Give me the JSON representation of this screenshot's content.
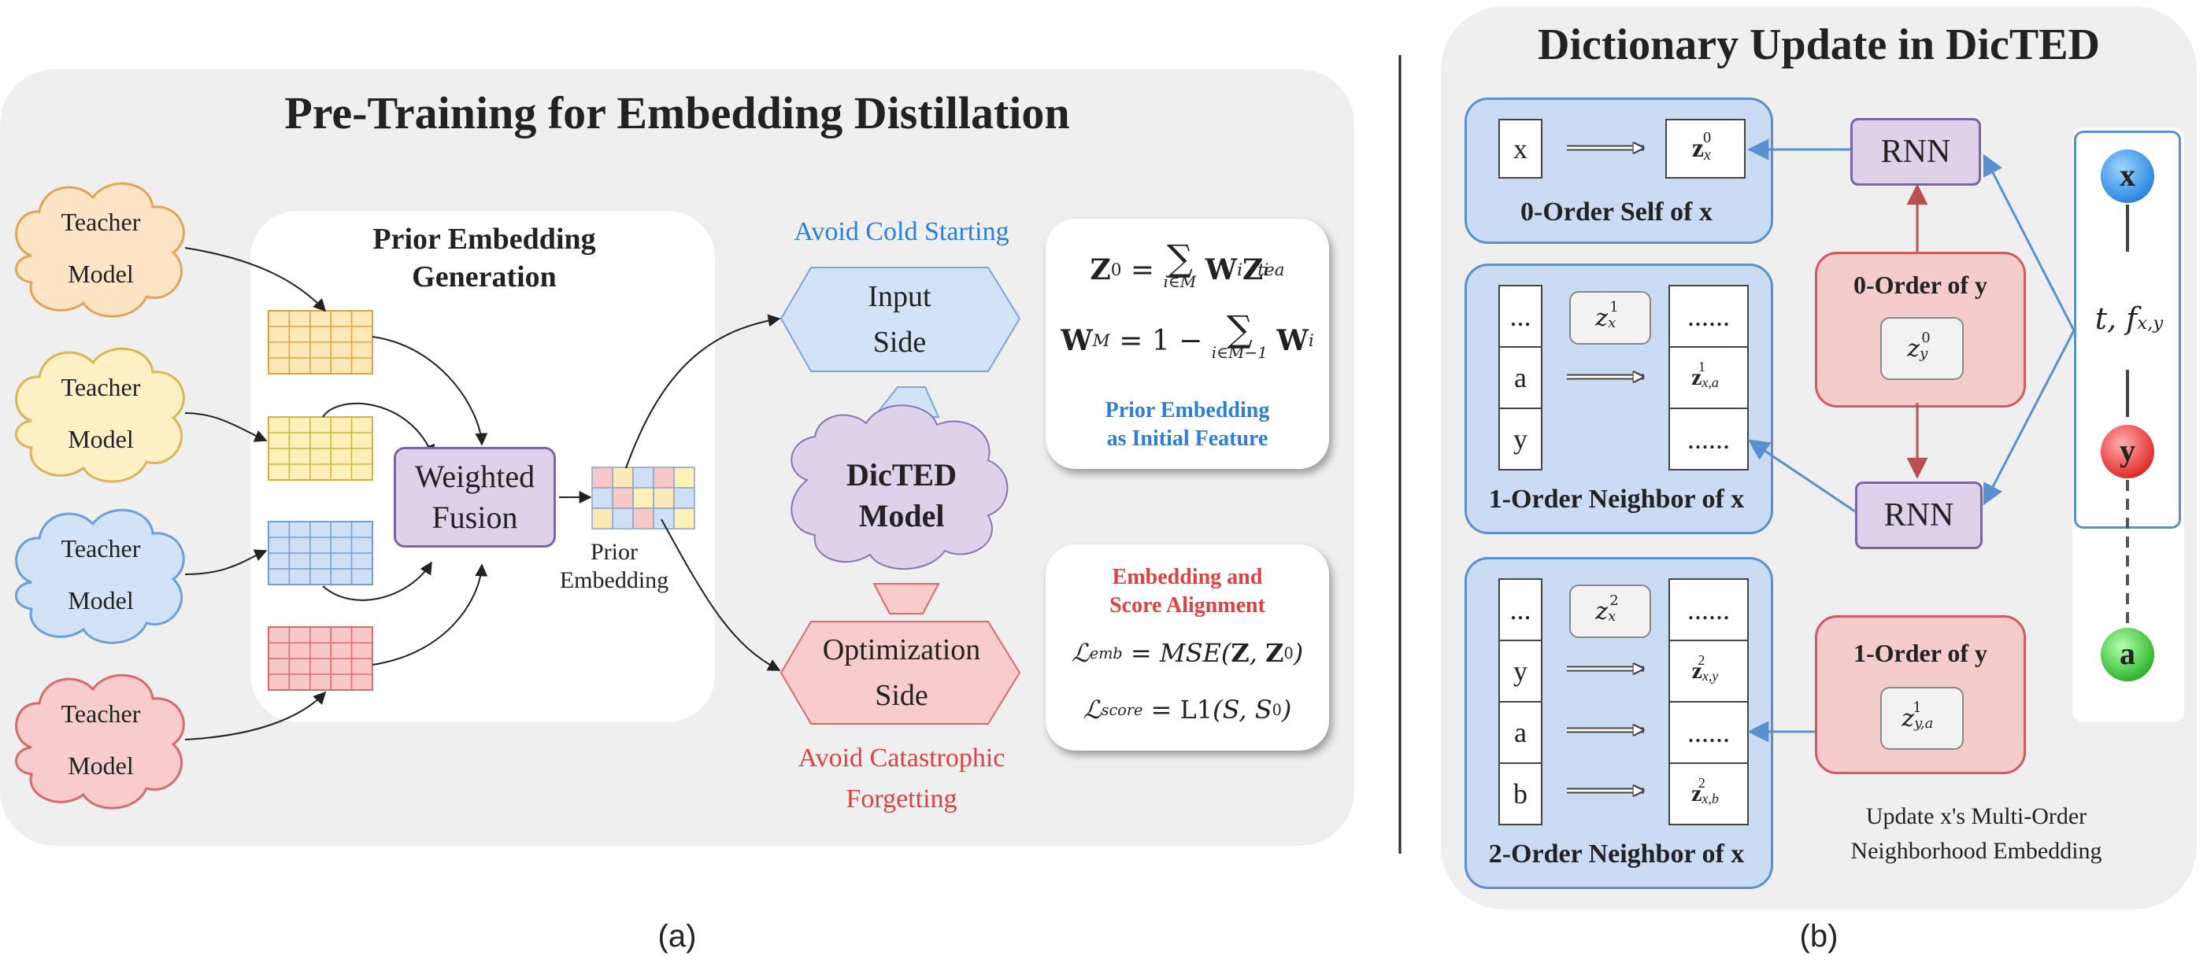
{
  "panel_a": {
    "title": "Pre-Training for Embedding Distillation",
    "teachers": [
      {
        "line1": "Teacher",
        "line2": "Model",
        "fill": "#fde4c4",
        "stroke": "#e3a35a"
      },
      {
        "line1": "Teacher",
        "line2": "Model",
        "fill": "#fdf0c4",
        "stroke": "#d9b65a"
      },
      {
        "line1": "Teacher",
        "line2": "Model",
        "fill": "#d2e2f7",
        "stroke": "#6f9ed8"
      },
      {
        "line1": "Teacher",
        "line2": "Model",
        "fill": "#f8cccc",
        "stroke": "#d86a6a"
      }
    ],
    "prior_box_title_1": "Prior Embedding",
    "prior_box_title_2": "Generation",
    "weighted_fusion_1": "Weighted",
    "weighted_fusion_2": "Fusion",
    "prior_embedding_label_1": "Prior",
    "prior_embedding_label_2": "Embedding",
    "avoid_cold": "Avoid Cold Starting",
    "input_side_1": "Input",
    "input_side_2": "Side",
    "dicted_model_1": "DicTED",
    "dicted_model_2": "Model",
    "optimization_side_1": "Optimization",
    "optimization_side_2": "Side",
    "avoid_forget_1": "Avoid Catastrophic",
    "avoid_forget_2": "Forgetting",
    "eq_card": {
      "caption_1": "Prior Embedding",
      "caption_2": "as Initial Feature"
    },
    "loss_card": {
      "caption_1": "Embedding and",
      "caption_2": "Score Alignment"
    },
    "sub_label": "(a)"
  },
  "panel_b": {
    "title": "Dictionary Update in DicTED",
    "zero_order_self": {
      "label": "0-Order Self of x",
      "key": "x"
    },
    "one_order_neighbor": {
      "label": "1-Order Neighbor of x",
      "keys": [
        "...",
        "a",
        "y"
      ],
      "top_value": "......",
      "last_value": "......"
    },
    "two_order_neighbor": {
      "label": "2-Order Neighbor of x",
      "keys": [
        "...",
        "y",
        "a",
        "b"
      ],
      "top_value": "......",
      "mid_value": "......"
    },
    "rnn_top": "RNN",
    "rnn_bottom": "RNN",
    "zero_order_y": "0-Order of y",
    "one_order_y": "1-Order of y",
    "update_note_1": "Update x's Multi-Order",
    "update_note_2": "Neighborhood Embedding",
    "nodes": {
      "x": "x",
      "y": "y",
      "a": "a"
    },
    "sub_label": "(b)"
  },
  "colors": {
    "panel_bg": "#efefef",
    "blue_accent": "#2b7fd6",
    "red_accent": "#e04040",
    "purple_box": "#ded2ea",
    "blue_box": "#c9dcf3",
    "pink_box": "#f5cccc"
  }
}
